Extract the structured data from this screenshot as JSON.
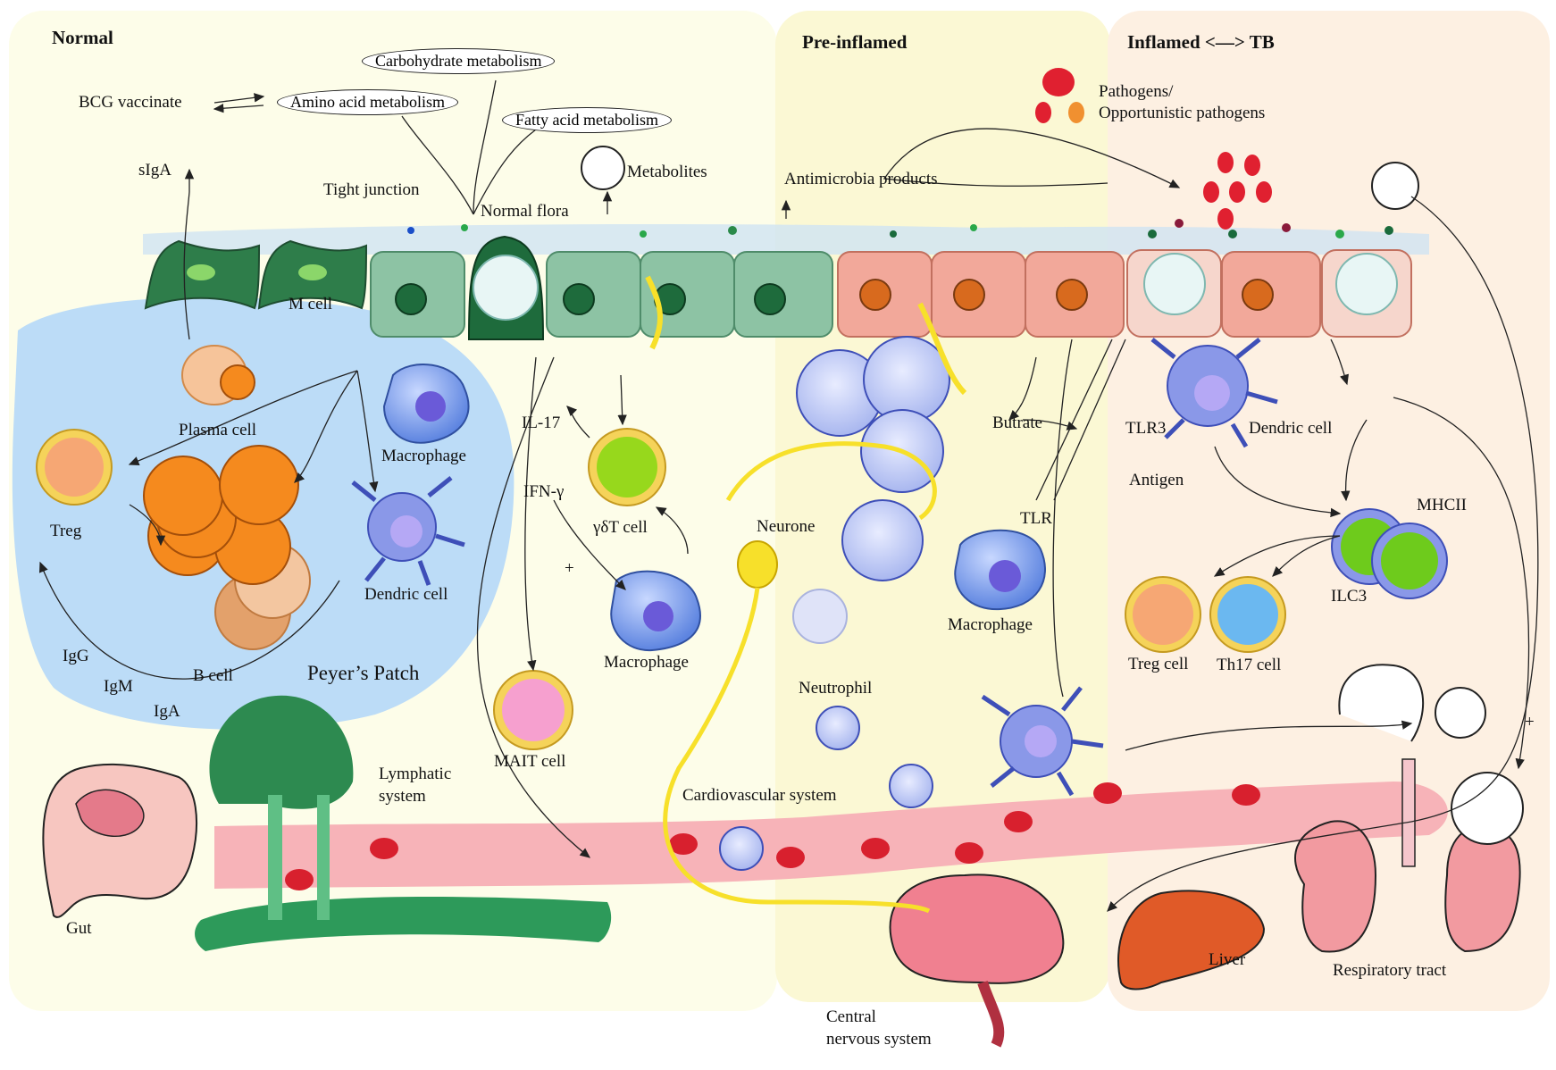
{
  "panels": {
    "normal": "Normal",
    "pre_inflamed": "Pre-inflamed",
    "inflamed": "Inflamed <—> TB"
  },
  "metabolism": {
    "carbohydrate": "Carbohydrate metabolism",
    "amino_acid": "Amino acid metabolism",
    "fatty_acid": "Fatty acid metabolism"
  },
  "labels": {
    "bcg": "BCG vaccinate",
    "siga": "sIgA",
    "tight_junction": "Tight junction",
    "normal_flora": "Normal flora",
    "metabolites": "Metabolites",
    "antimicrobial": "Antimicrobia products",
    "pathogens_line1": "Pathogens/",
    "pathogens_line2": "Opportunistic pathogens",
    "m_cell": "M cell",
    "plasma_cell": "Plasma cell",
    "macrophage_pp": "Macrophage",
    "treg": "Treg",
    "dendric_pp": "Dendric cell",
    "igg": "IgG",
    "igm": "IgM",
    "iga": "IgA",
    "b_cell": "B cell",
    "peyers_patch": "Peyer’s Patch",
    "lymphatic_line1": "Lymphatic",
    "lymphatic_line2": "system",
    "gut": "Gut",
    "il17": "IL-17",
    "ifn": "IFN-γ",
    "gdt_cell": "γδT cell",
    "plus1": "+",
    "macrophage_mid": "Macrophage",
    "mait_cell": "MAIT cell",
    "neurone": "Neurone",
    "neutrophil": "Neutrophil",
    "cardiovascular": "Cardiovascular system",
    "butrate": "Butrate",
    "tlr": "TLR",
    "macrophage_pre": "Macrophage",
    "cns_line1": "Central",
    "cns_line2": "nervous system",
    "tlr3": "TLR3",
    "dendric_inf": "Dendric cell",
    "antigen": "Antigen",
    "mhcii": "MHCII",
    "ilc3": "ILC3",
    "treg_cell": "Treg cell",
    "th17_cell": "Th17 cell",
    "liver": "Liver",
    "respiratory": "Respiratory tract",
    "plus2": "+"
  },
  "colors": {
    "normal_bg": "#fdfde9",
    "pre_bg": "#fbf8d4",
    "inflamed_bg": "#fdf0e2",
    "peyer_bg": "#bcdcf7",
    "normal_epithelium": "#8dc3a4",
    "inflamed_epithelium": "#f2a89a",
    "vessel": "#f7b3b8",
    "rbc": "#d8202e",
    "neuron": "#f7e02a",
    "b_cell": "#f7891a",
    "macrophage": "#6c96e8",
    "lymph_green": "#2d9a5a"
  }
}
